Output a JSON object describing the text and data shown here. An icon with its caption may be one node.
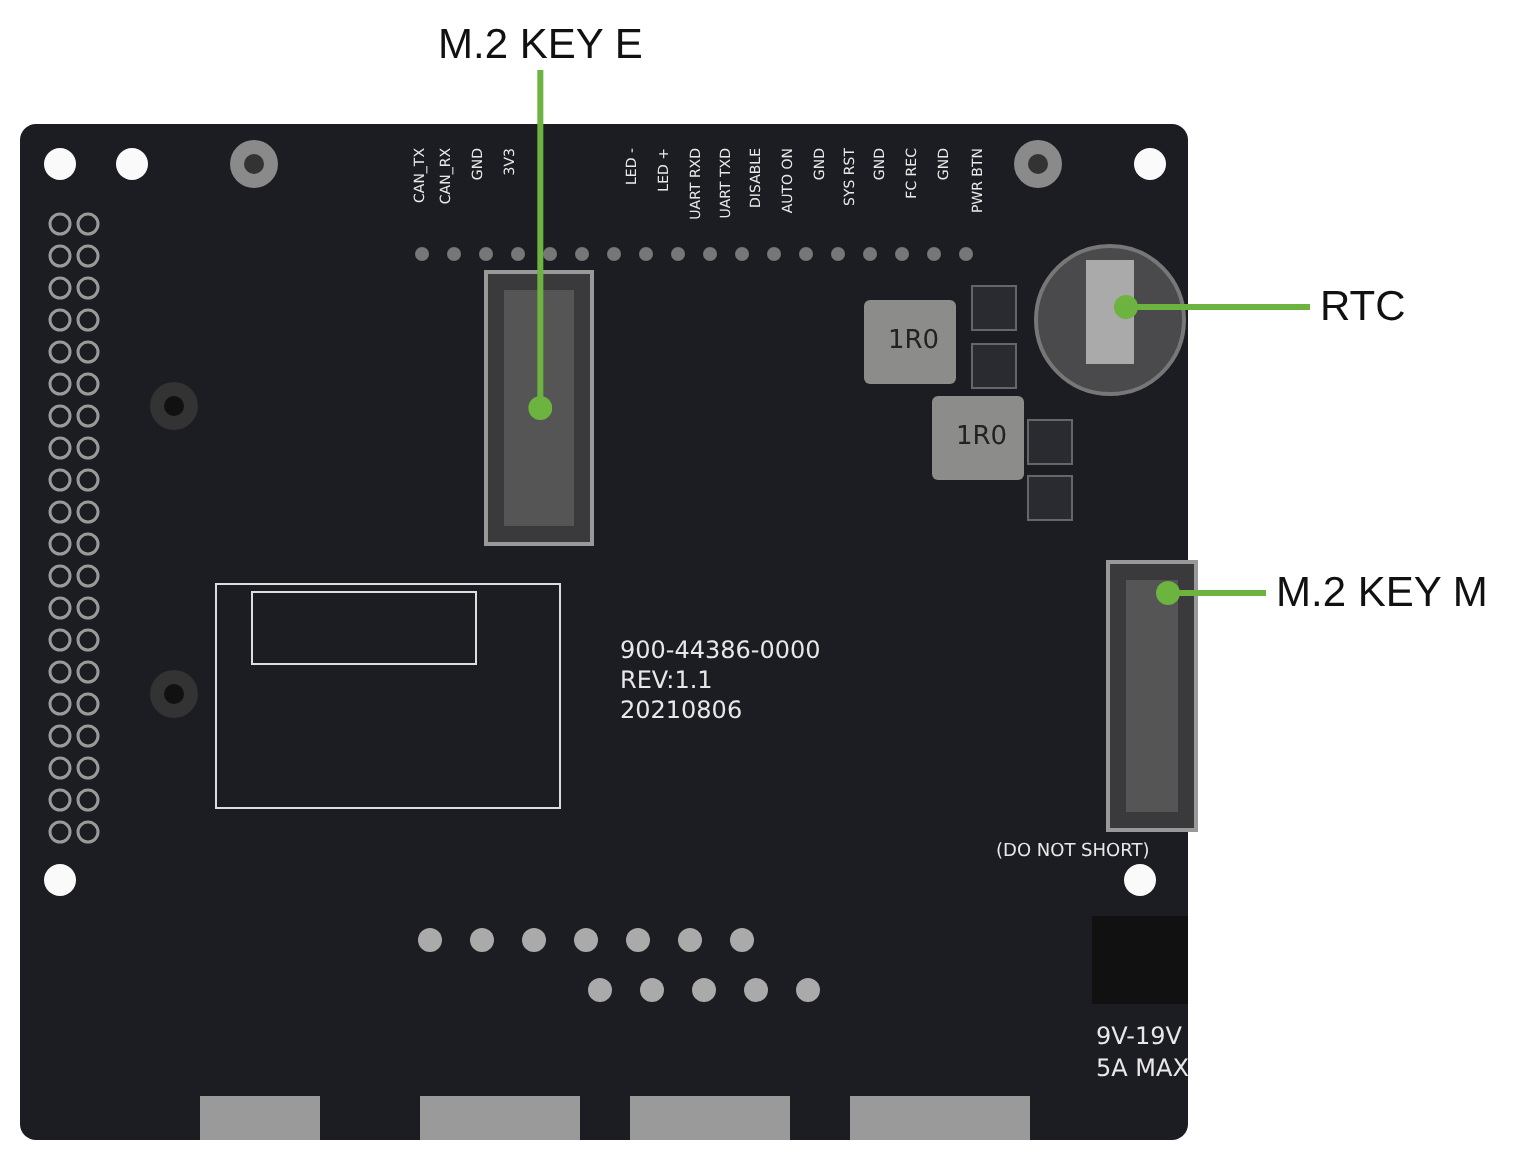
{
  "diagram": {
    "nodes": [
      {
        "text": [
          "M.2 KEY E"
        ]
      },
      {
        "text": [],
        "shape": "box"
      },
      {
        "text": [
          "RTC"
        ]
      },
      {
        "text": [],
        "shape": "circle"
      },
      {
        "text": [
          "M.2 KEY M"
        ]
      },
      {
        "text": [],
        "shape": "box"
      }
    ],
    "edges": [
      {
        "from": 0,
        "to": 1,
        "arrow": "other",
        "color": "#6cb33f"
      },
      {
        "from": 2,
        "to": 3,
        "arrow": "other",
        "color": "#6cb33f"
      },
      {
        "from": 4,
        "to": 5,
        "arrow": "other",
        "color": "#6cb33f"
      }
    ],
    "labels": [
      "CAN_TX",
      "CAN_RX",
      "GND",
      "3V3",
      "LED -",
      "LED +",
      "UART RXD",
      "UART TXD",
      "DISABLE",
      "AUTO ON",
      "GND",
      "SYS RST",
      "GND",
      "FC REC",
      "GND",
      "PWR BTN",
      "1R0",
      "1R0",
      "900-44386-0000",
      "REV:1.1",
      "20210806",
      "(DO NOT SHORT)",
      "9V-19V",
      "5A MAX"
    ]
  }
}
